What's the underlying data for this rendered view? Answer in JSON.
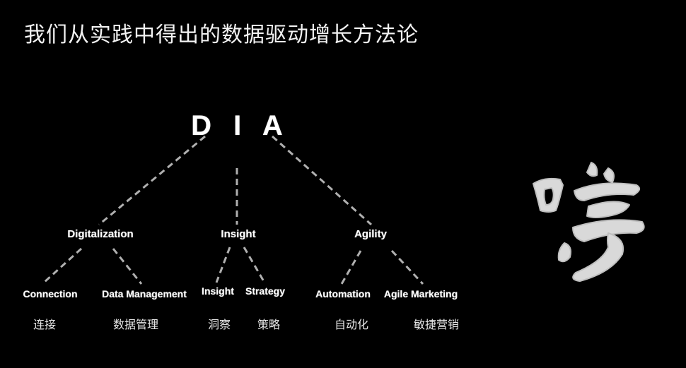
{
  "title": "我们从实践中得出的数据驱动增长方法论",
  "root": {
    "label": "D I A"
  },
  "level1": [
    {
      "label": "Digitalization"
    },
    {
      "label": "Insight"
    },
    {
      "label": "Agility"
    }
  ],
  "level2": [
    {
      "label": "Connection",
      "cn": "连接"
    },
    {
      "label": "Data Management",
      "cn": "数据管理"
    },
    {
      "label": "Insight",
      "cn": "洞察"
    },
    {
      "label": "Strategy",
      "cn": "策略"
    },
    {
      "label": "Automation",
      "cn": "自动化"
    },
    {
      "label": "Agile  Marketing",
      "cn": "敏捷营销"
    }
  ],
  "colors": {
    "background": "#000000",
    "line": "#b0b0b0",
    "text": "#ffffff"
  },
  "logo": {
    "name": "brush-calligraphy-logo"
  }
}
